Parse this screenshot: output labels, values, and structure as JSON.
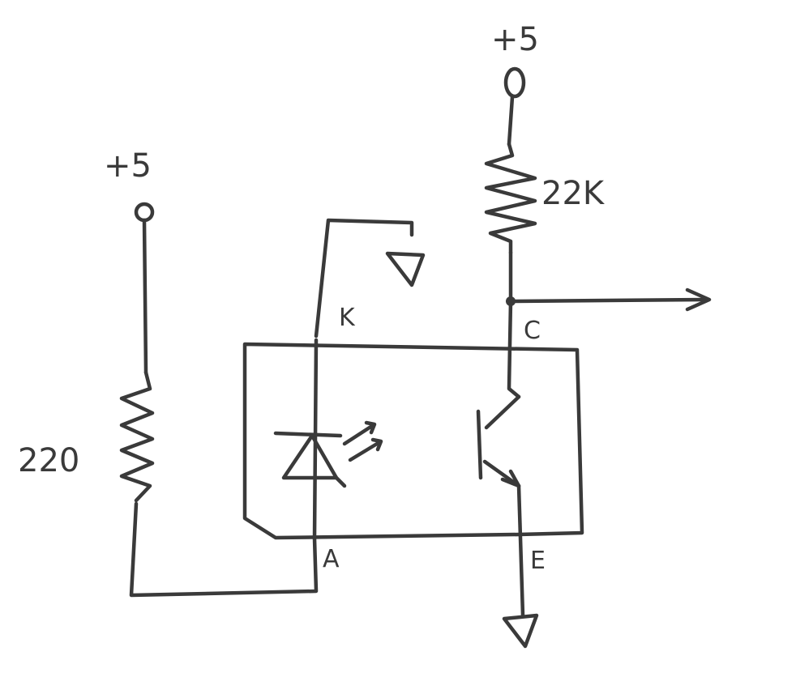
{
  "labels": {
    "supply_left": "+5",
    "supply_right": "+5",
    "resistor_led": "220",
    "resistor_pullup": "22K",
    "pin_cathode": "K",
    "pin_anode": "A",
    "pin_collector": "C",
    "pin_emitter": "E"
  },
  "colors": {
    "ink": "#3a3a3a",
    "background": "#ffffff"
  }
}
